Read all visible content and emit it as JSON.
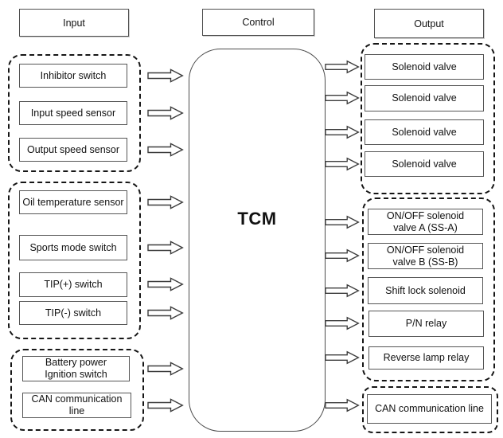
{
  "diagram": {
    "title_columns": {
      "input": "Input",
      "control": "Control",
      "output": "Output"
    },
    "control_unit": {
      "label": "TCM"
    },
    "input_groups": [
      {
        "items": [
          "Inhibitor switch",
          "Input speed sensor",
          "Output speed sensor"
        ]
      },
      {
        "items": [
          "Oil temperature sensor",
          "Sports mode switch",
          "TIP(+) switch",
          "TIP(-) switch"
        ]
      },
      {
        "items": [
          "Battery power\nIgnition switch",
          "CAN communication\nline"
        ]
      }
    ],
    "output_groups": [
      {
        "items": [
          "Solenoid valve",
          "Solenoid valve",
          "Solenoid valve",
          "Solenoid valve"
        ]
      },
      {
        "items": [
          "ON/OFF solenoid\nvalve A (SS-A)",
          "ON/OFF solenoid\nvalve B (SS-B)",
          "Shift lock solenoid",
          "P/N relay",
          "Reverse lamp relay"
        ]
      },
      {
        "items": [
          "CAN communication line"
        ]
      }
    ],
    "colors": {
      "background": "#ffffff",
      "box_border": "#565656",
      "dashed_border": "#161616",
      "text": "#111111"
    }
  }
}
